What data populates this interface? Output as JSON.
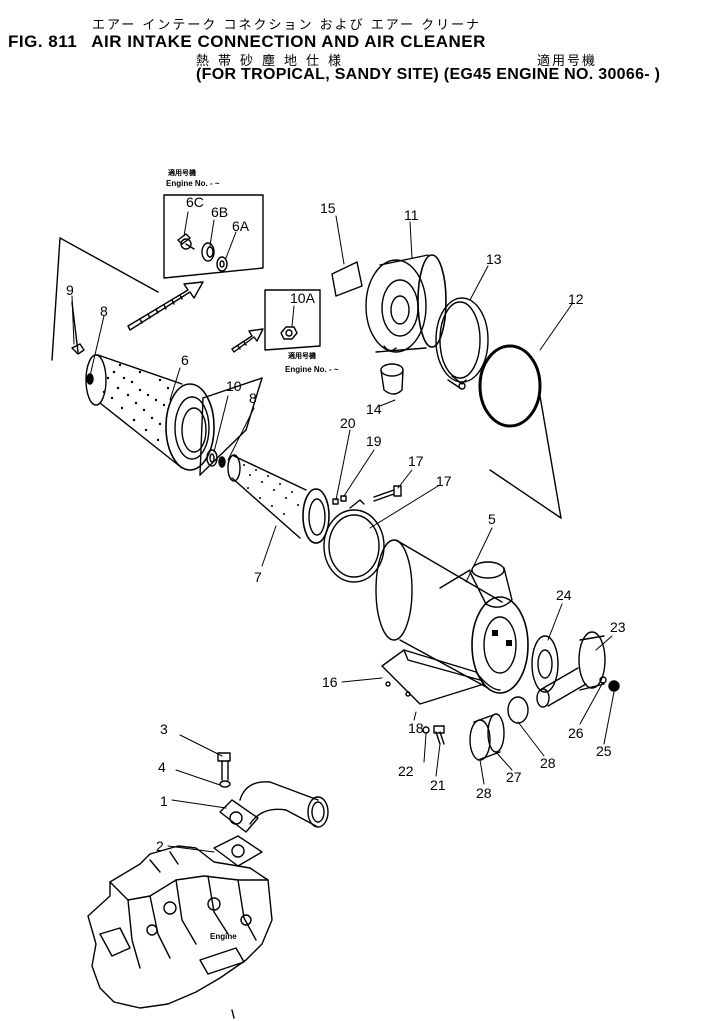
{
  "header": {
    "jp_title": "エアー インテーク コネクション および エアー クリーナ",
    "fig_number": "FIG. 811",
    "fig_title": "AIR INTAKE CONNECTION AND AIR CLEANER",
    "jp_subtitle": "熱帯砂塵地仕様",
    "jp_applicable": "適用号機",
    "subtitle": "(FOR TROPICAL, SANDY SITE) (EG45 ENGINE NO. 30066- )"
  },
  "callouts": {
    "applicable_jp": "適用号機",
    "engine_no": "Engine No. - ~",
    "engine_label": "Engine"
  },
  "parts": [
    "1",
    "2",
    "3",
    "4",
    "5",
    "6",
    "6A",
    "6B",
    "6C",
    "7",
    "8",
    "8",
    "9",
    "10",
    "10A",
    "11",
    "12",
    "13",
    "14",
    "15",
    "16",
    "17",
    "18",
    "18",
    "19",
    "20",
    "21",
    "22",
    "23",
    "24",
    "25",
    "26",
    "27",
    "28",
    "28"
  ]
}
